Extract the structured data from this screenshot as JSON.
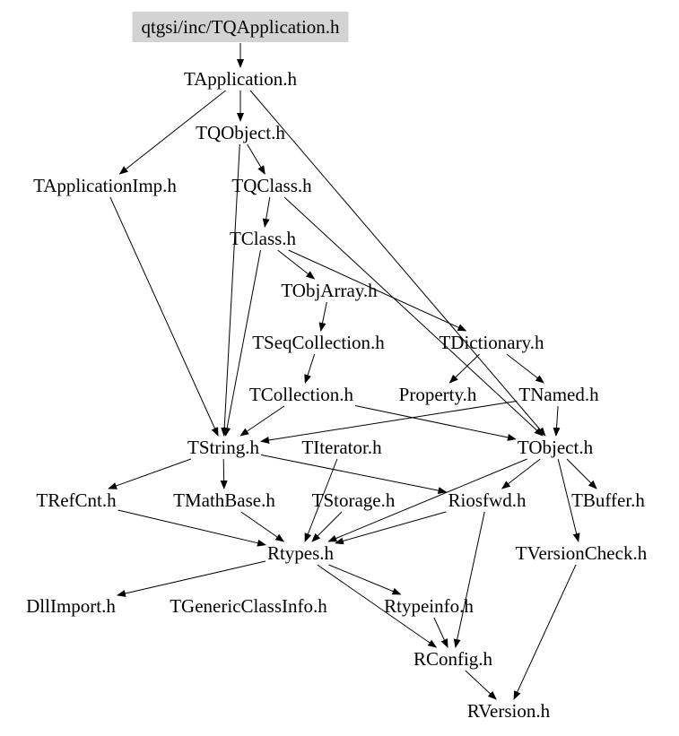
{
  "graph": {
    "colors": {
      "background": "#ffffff",
      "root_fill": "#d3d3d3",
      "edge": "#000000",
      "text": "#000000"
    },
    "nodes": {
      "root": "qtgsi/inc/TQApplication.h",
      "tapplication": "TApplication.h",
      "tqobject": "TQObject.h",
      "tapplicationimp": "TApplicationImp.h",
      "tqclass": "TQClass.h",
      "tclass": "TClass.h",
      "tobjarray": "TObjArray.h",
      "tseqcollection": "TSeqCollection.h",
      "tdictionary": "TDictionary.h",
      "tcollection": "TCollection.h",
      "property": "Property.h",
      "tnamed": "TNamed.h",
      "tstring": "TString.h",
      "titerator": "TIterator.h",
      "tobject": "TObject.h",
      "trefcnt": "TRefCnt.h",
      "tmathbase": "TMathBase.h",
      "tstorage": "TStorage.h",
      "riosfwd": "Riosfwd.h",
      "tbuffer": "TBuffer.h",
      "rtypes": "Rtypes.h",
      "tversioncheck": "TVersionCheck.h",
      "dllimport": "DllImport.h",
      "tgenericclassinfo": "TGenericClassInfo.h",
      "rtypeinfo": "Rtypeinfo.h",
      "rconfig": "RConfig.h",
      "rversion": "RVersion.h"
    },
    "edges": [
      [
        "root",
        "tapplication"
      ],
      [
        "tapplication",
        "tqobject"
      ],
      [
        "tapplication",
        "tapplicationimp"
      ],
      [
        "tapplication",
        "tobject"
      ],
      [
        "tqobject",
        "tqclass"
      ],
      [
        "tqobject",
        "tstring"
      ],
      [
        "tapplicationimp",
        "tstring"
      ],
      [
        "tqclass",
        "tclass"
      ],
      [
        "tqclass",
        "tobject"
      ],
      [
        "tclass",
        "tobjarray"
      ],
      [
        "tclass",
        "tdictionary"
      ],
      [
        "tclass",
        "tstring"
      ],
      [
        "tobjarray",
        "tseqcollection"
      ],
      [
        "tseqcollection",
        "tcollection"
      ],
      [
        "tdictionary",
        "property"
      ],
      [
        "tdictionary",
        "tnamed"
      ],
      [
        "tcollection",
        "tstring"
      ],
      [
        "tcollection",
        "tobject"
      ],
      [
        "tnamed",
        "tstring"
      ],
      [
        "tnamed",
        "tobject"
      ],
      [
        "tstring",
        "trefcnt"
      ],
      [
        "tstring",
        "tmathbase"
      ],
      [
        "tstring",
        "riosfwd"
      ],
      [
        "titerator",
        "rtypes"
      ],
      [
        "tobject",
        "riosfwd"
      ],
      [
        "tobject",
        "tbuffer"
      ],
      [
        "tobject",
        "tversioncheck"
      ],
      [
        "tobject",
        "rtypes"
      ],
      [
        "trefcnt",
        "rtypes"
      ],
      [
        "tmathbase",
        "rtypes"
      ],
      [
        "tstorage",
        "rtypes"
      ],
      [
        "riosfwd",
        "rtypes"
      ],
      [
        "rtypes",
        "dllimport"
      ],
      [
        "rtypes",
        "rtypeinfo"
      ],
      [
        "rtypes",
        "rconfig"
      ],
      [
        "riosfwd",
        "rconfig"
      ],
      [
        "rtypeinfo",
        "rconfig"
      ],
      [
        "rconfig",
        "rversion"
      ],
      [
        "tversioncheck",
        "rversion"
      ]
    ]
  }
}
